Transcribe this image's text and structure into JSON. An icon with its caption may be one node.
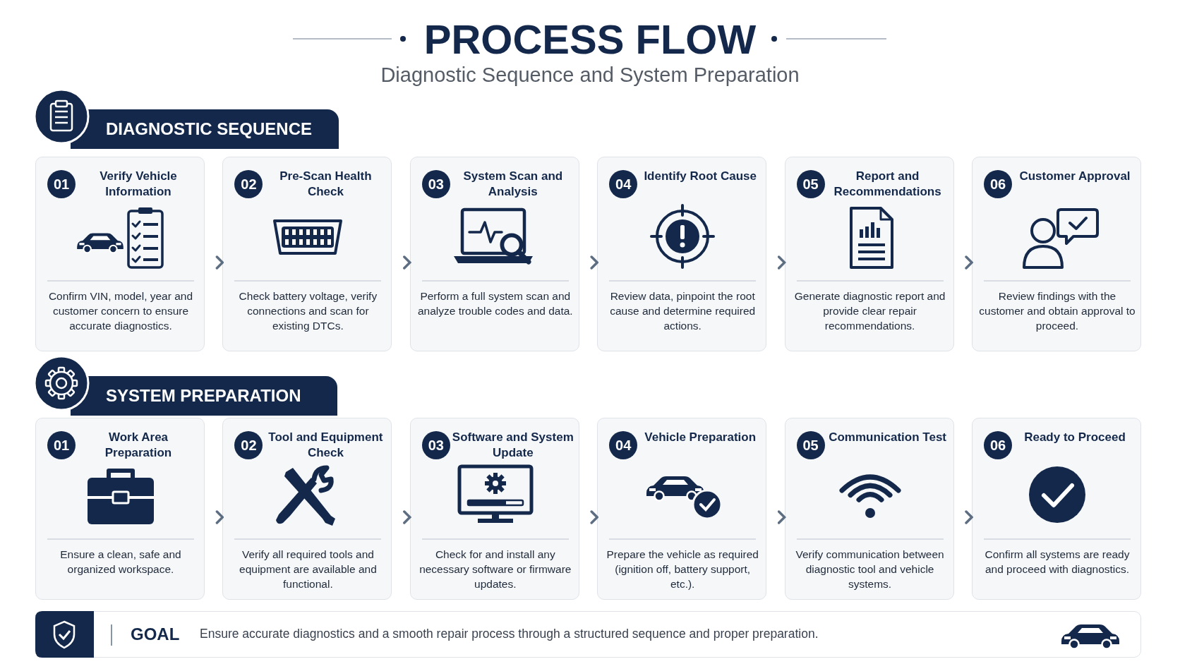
{
  "diagram": {
    "title": "PROCESS FLOW",
    "nodes": [
      {
        "text": [
          "DIAGNOSTIC SEQUENCE"
        ]
      },
      {
        "text": [
          "01",
          "Verify Vehicle Information",
          "Confirm VIN, model, year and customer concern to ensure accurate diagnostics."
        ]
      },
      {
        "text": [
          "02",
          "Pre-Scan Health Check",
          "Check battery voltage, verify connections and scan for existing DTCs."
        ]
      },
      {
        "text": [
          "03",
          "System Scan and Analysis",
          "Perform a full system scan and analyze trouble codes and data."
        ]
      },
      {
        "text": [
          "04",
          "Identify Root Cause",
          "Review data, pinpoint the root cause and determine required actions."
        ]
      },
      {
        "text": [
          "05",
          "Report and Recommendations",
          "Generate diagnostic report and provide clear repair recommendations."
        ]
      },
      {
        "text": [
          "06",
          "Customer Approval",
          "Review findings with the customer and obtain approval to proceed."
        ]
      },
      {
        "text": [
          "SYSTEM PREPARATION"
        ]
      },
      {
        "text": [
          "01",
          "Work Area Preparation",
          "Ensure a clean, safe and organized workspace."
        ]
      },
      {
        "text": [
          "02",
          "Tool and Equipment Check",
          "Verify all required tools and equipment are available and functional."
        ]
      },
      {
        "text": [
          "03",
          "Software and System Update",
          "Check for and install any necessary software or firmware updates."
        ]
      },
      {
        "text": [
          "04",
          "Vehicle Preparation",
          "Prepare the vehicle as required (ignition off, battery support, etc.)."
        ]
      },
      {
        "text": [
          "05",
          "Communication Test",
          "Verify communication between diagnostic tool and vehicle systems."
        ]
      },
      {
        "text": [
          "06",
          "Ready to Proceed",
          "Confirm all systems are ready and proceed with diagnostics."
        ]
      },
      {
        "text": [
          "GOAL",
          "Ensure accurate diagnostics and a smooth repair process through a structured sequence and proper preparation."
        ]
      }
    ],
    "edges": [
      {
        "from": 1,
        "to": 2,
        "arrow": "to"
      },
      {
        "from": 2,
        "to": 3,
        "arrow": "to"
      },
      {
        "from": 3,
        "to": 4,
        "arrow": "to"
      },
      {
        "from": 4,
        "to": 5,
        "arrow": "to"
      },
      {
        "from": 5,
        "to": 6,
        "arrow": "to"
      },
      {
        "from": 8,
        "to": 9,
        "arrow": "to"
      },
      {
        "from": 9,
        "to": 10,
        "arrow": "to"
      },
      {
        "from": 10,
        "to": 11,
        "arrow": "to"
      },
      {
        "from": 11,
        "to": 12,
        "arrow": "to"
      },
      {
        "from": 12,
        "to": 13,
        "arrow": "to"
      }
    ],
    "labels": [
      "Diagnostic Sequence and System Preparation"
    ]
  }
}
